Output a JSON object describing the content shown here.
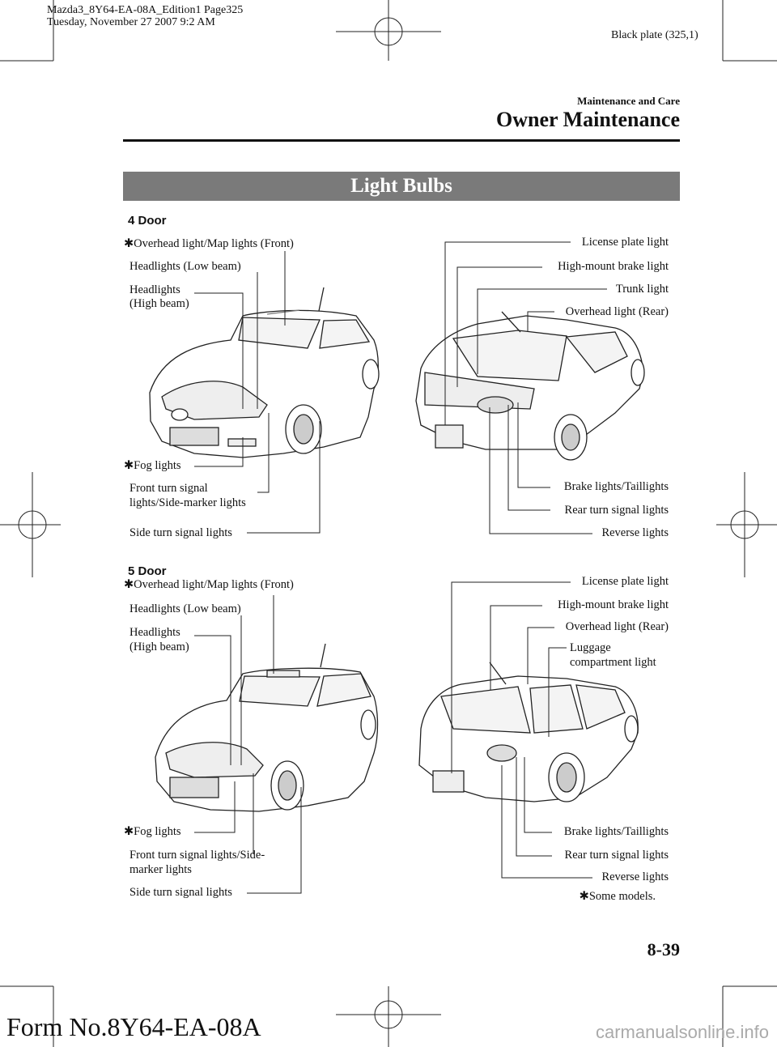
{
  "print_header": {
    "line1": "Mazda3_8Y64-EA-08A_Edition1 Page325",
    "line2": "Tuesday, November 27 2007 9:2 AM",
    "plate": "Black plate (325,1)"
  },
  "running_head": {
    "section": "Maintenance and Care",
    "title": "Owner Maintenance"
  },
  "banner": {
    "title": "Light Bulbs"
  },
  "door4": {
    "heading": "4 Door",
    "labels": {
      "overhead_front": "Overhead light/Map lights (Front)",
      "headlights_low": "Headlights (Low beam)",
      "headlights_high_1": "Headlights",
      "headlights_high_2": "(High beam)",
      "fog": "Fog lights",
      "front_turn_1": "Front turn signal",
      "front_turn_2": "lights/Side-marker lights",
      "side_turn": "Side turn signal lights",
      "license": "License plate light",
      "high_mount": "High-mount brake light",
      "trunk": "Trunk light",
      "overhead_rear": "Overhead light (Rear)",
      "brake_tail": "Brake lights/Taillights",
      "rear_turn": "Rear turn signal lights",
      "reverse": "Reverse lights"
    }
  },
  "door5": {
    "heading": "5 Door",
    "labels": {
      "overhead_front": "Overhead light/Map lights (Front)",
      "headlights_low": "Headlights (Low beam)",
      "headlights_high_1": "Headlights",
      "headlights_high_2": "(High beam)",
      "fog": "Fog lights",
      "front_turn_1": "Front turn signal lights/Side-",
      "front_turn_2": "marker lights",
      "side_turn": "Side turn signal lights",
      "license": "License plate light",
      "high_mount": "High-mount brake light",
      "overhead_rear": "Overhead light (Rear)",
      "luggage_1": "Luggage",
      "luggage_2": "compartment light",
      "brake_tail": "Brake lights/Taillights",
      "rear_turn": "Rear turn signal lights",
      "reverse": "Reverse lights"
    }
  },
  "footnote": "Some models.",
  "page_number": "8-39",
  "form_number": "Form No.8Y64-EA-08A",
  "watermark": "carmanualsonline.info",
  "colors": {
    "banner": "#7a7a7a",
    "rule": "#111111",
    "watermark": "#aaaaaa"
  },
  "icons": {
    "marker": "asterisk-icon",
    "registration": "crop-mark-icon"
  }
}
